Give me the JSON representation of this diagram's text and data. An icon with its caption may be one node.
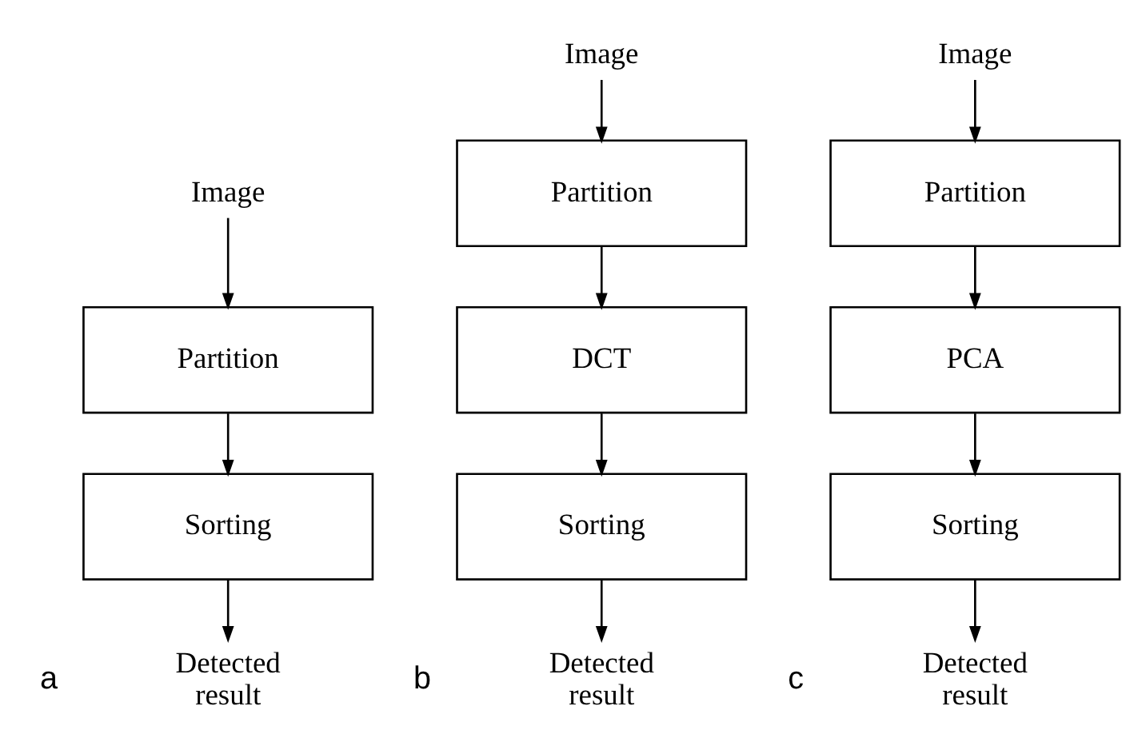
{
  "diagram": {
    "nodes": [
      {
        "text": [
          "Image"
        ]
      },
      {
        "text": [
          "Partition"
        ]
      },
      {
        "text": [
          "Sorting"
        ]
      },
      {
        "text": [
          "Detected result"
        ]
      },
      {
        "text": [
          "Image"
        ]
      },
      {
        "text": [
          "Partition"
        ]
      },
      {
        "text": [
          "DCT"
        ]
      },
      {
        "text": [
          "Sorting"
        ]
      },
      {
        "text": [
          "Detected result"
        ]
      },
      {
        "text": [
          "Image"
        ]
      },
      {
        "text": [
          "Partition"
        ]
      },
      {
        "text": [
          "PCA"
        ]
      },
      {
        "text": [
          "Sorting"
        ]
      },
      {
        "text": [
          "Detected result"
        ]
      }
    ],
    "edges": [
      {
        "from": 0,
        "to": 1,
        "arrow": "to"
      },
      {
        "from": 1,
        "to": 2,
        "arrow": "to"
      },
      {
        "from": 2,
        "to": 3,
        "arrow": "to"
      },
      {
        "from": 4,
        "to": 5,
        "arrow": "to"
      },
      {
        "from": 5,
        "to": 6,
        "arrow": "to"
      },
      {
        "from": 6,
        "to": 7,
        "arrow": "to"
      },
      {
        "from": 7,
        "to": 8,
        "arrow": "to"
      },
      {
        "from": 9,
        "to": 10,
        "arrow": "to"
      },
      {
        "from": 10,
        "to": 11,
        "arrow": "to"
      },
      {
        "from": 11,
        "to": 12,
        "arrow": "to"
      },
      {
        "from": 12,
        "to": 13,
        "arrow": "to"
      }
    ],
    "labels": [
      "a",
      "b",
      "c"
    ]
  }
}
